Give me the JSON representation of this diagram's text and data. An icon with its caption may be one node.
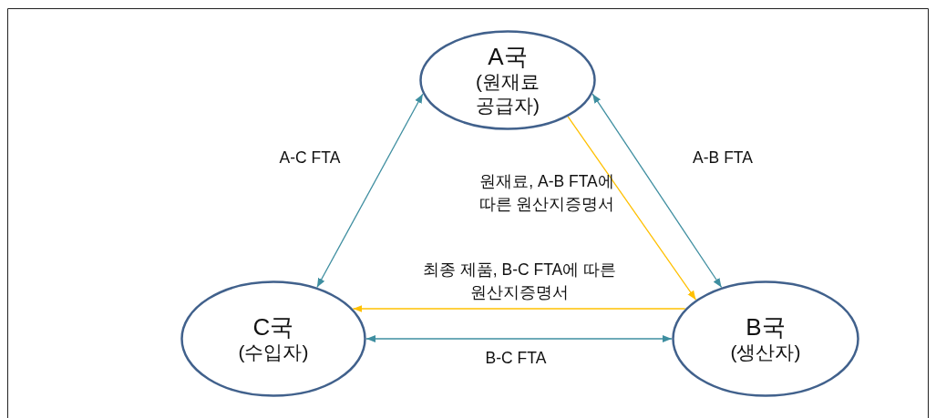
{
  "diagram": {
    "nodes": [
      {
        "text": [
          "A국",
          "(원재료 공급자)"
        ]
      },
      {
        "text": [
          "C국",
          "(수입자)"
        ]
      },
      {
        "text": [
          "B국",
          "(생산자)"
        ]
      }
    ],
    "edges": [
      {
        "from": 0,
        "to": 1,
        "arrow": "both",
        "label": "A-C FTA"
      },
      {
        "from": 0,
        "to": 2,
        "arrow": "both",
        "label": "A-B FTA"
      },
      {
        "from": 0,
        "to": 2,
        "arrow": "to",
        "label": "원재료, A-B FTA에 따른 원산지증명서",
        "color": "#ffc000"
      },
      {
        "from": 2,
        "to": 1,
        "arrow": "to",
        "label": "최종 제품, B-C FTA에 따른 원산지증명서",
        "color": "#ffc000"
      },
      {
        "from": 1,
        "to": 2,
        "arrow": "both",
        "label": "B-C FTA"
      }
    ]
  }
}
